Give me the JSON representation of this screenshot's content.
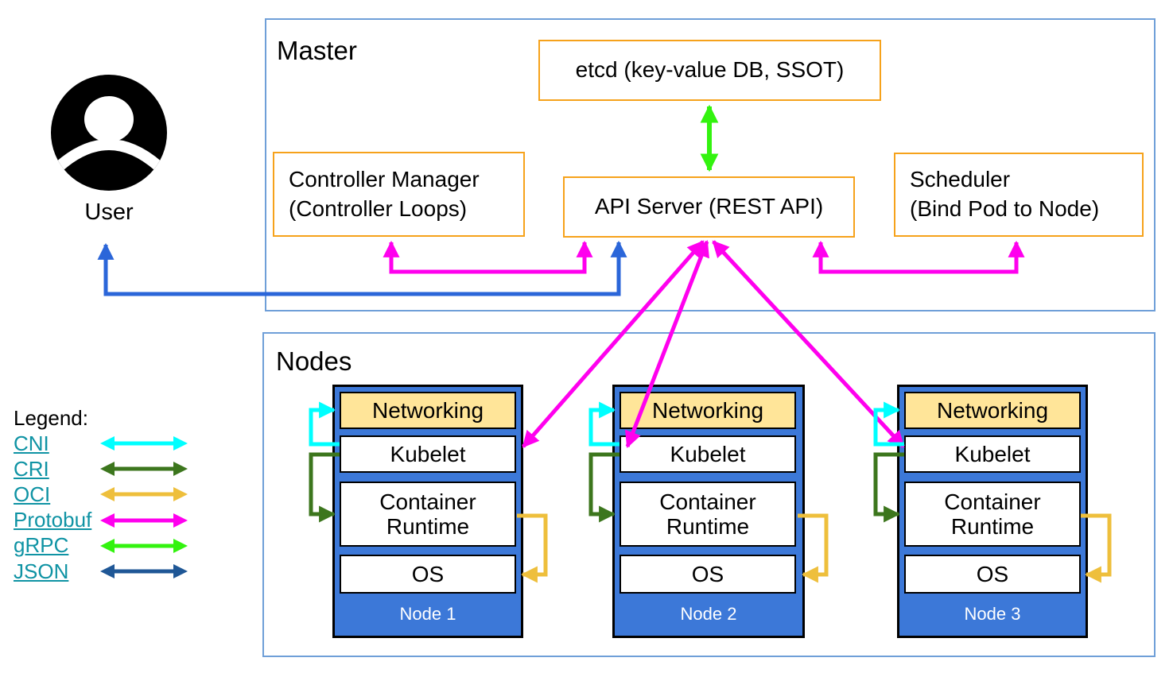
{
  "user": {
    "label": "User"
  },
  "master": {
    "label": "Master",
    "etcd": "etcd (key-value DB, SSOT)",
    "controller_manager": {
      "line1": "Controller Manager",
      "line2": "(Controller Loops)"
    },
    "api_server": "API Server (REST API)",
    "scheduler": {
      "line1": "Scheduler",
      "line2": "(Bind Pod to Node)"
    }
  },
  "nodes_section": {
    "label": "Nodes",
    "layers": {
      "networking": "Networking",
      "kubelet": "Kubelet",
      "container_runtime": "Container Runtime",
      "os": "OS"
    },
    "nodes": [
      {
        "name": "Node 1"
      },
      {
        "name": "Node 2"
      },
      {
        "name": "Node 3"
      }
    ]
  },
  "legend": {
    "title": "Legend:",
    "items": [
      {
        "label": "CNI",
        "color": "#00ffff"
      },
      {
        "label": "CRI",
        "color": "#3c761d"
      },
      {
        "label": "OCI",
        "color": "#eebf3c"
      },
      {
        "label": "Protobuf",
        "color": "#ff00ee"
      },
      {
        "label": "gRPC",
        "color": "#33f30f"
      },
      {
        "label": "JSON",
        "color": "#1f5796"
      }
    ]
  },
  "colors": {
    "cyan_cni": "#00ffff",
    "green_cri": "#3c761d",
    "gold_oci": "#eebf3c",
    "magenta_protobuf": "#ff00ee",
    "green_grpc": "#33f30f",
    "navy_json": "#1f5796",
    "blue_user": "#2b66d9",
    "node_blue": "#3c78d8",
    "networking_tan": "#ffe599",
    "box_orange": "#f6a21b",
    "frame_blue": "#6f9fd8",
    "link_teal": "#0f93a4"
  }
}
